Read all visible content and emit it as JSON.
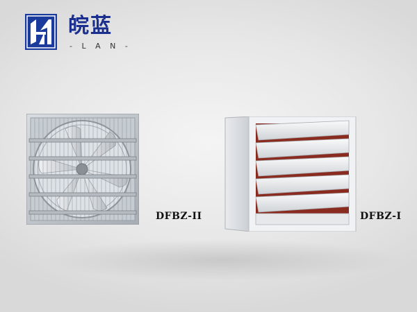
{
  "brand": {
    "name": "皖蓝",
    "subtitle": "- L A N -",
    "logo_color": "#1a3a9c"
  },
  "products": [
    {
      "model": "DFBZ-II"
    },
    {
      "model": "DFBZ-I"
    }
  ]
}
